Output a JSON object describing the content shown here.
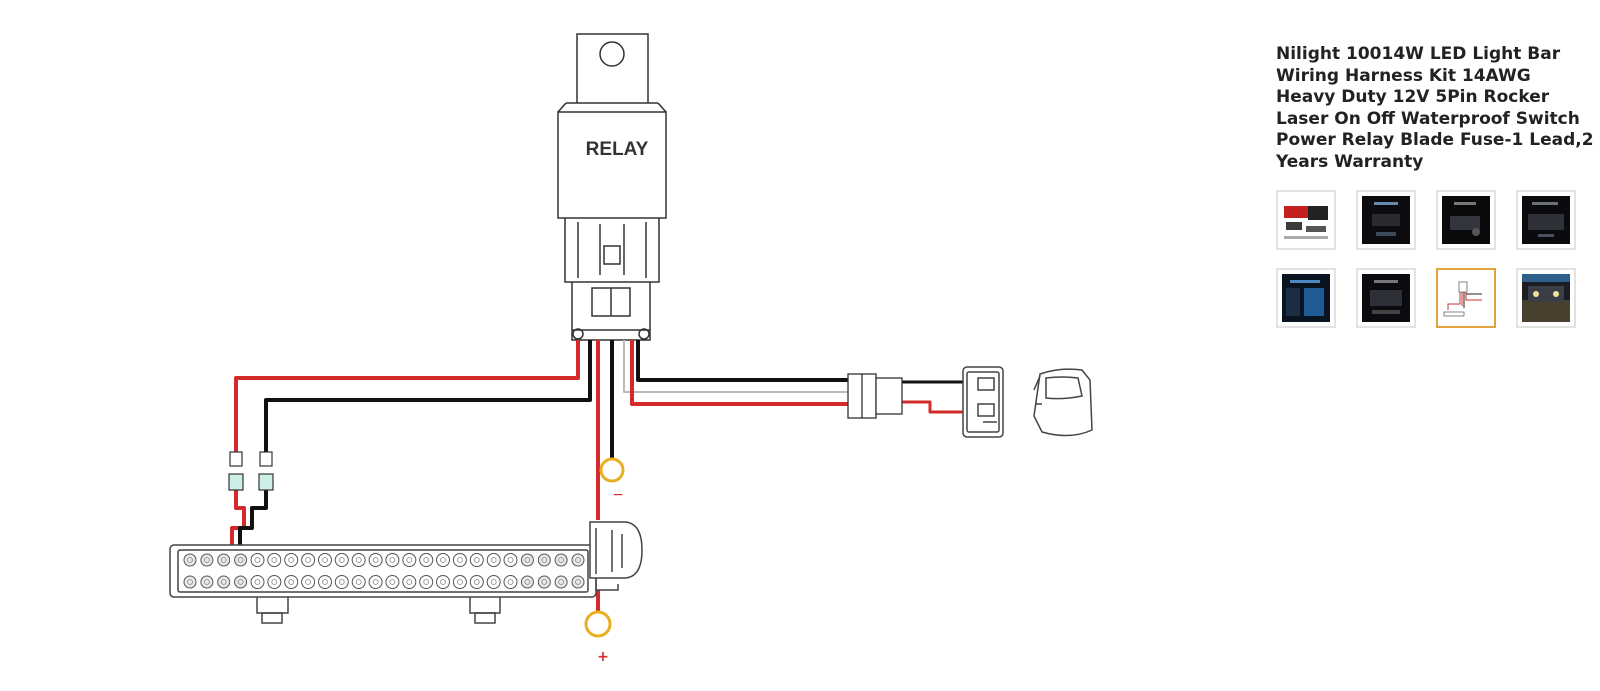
{
  "diagram": {
    "relay_label": "RELAY",
    "ground_label": "−",
    "positive_label": "+"
  },
  "product": {
    "title": "Nilight 10014W LED Light Bar Wiring Harness Kit 14AWG Heavy Duty 12V 5Pin Rocker Laser On Off Waterproof Switch Power Relay Blade Fuse-1 Lead,2 Years Warranty",
    "thumbnails": [
      {
        "name": "kit-product-photo",
        "style": "light"
      },
      {
        "name": "dark-promo-1",
        "style": "dark"
      },
      {
        "name": "dark-promo-2",
        "style": "dark"
      },
      {
        "name": "dark-promo-3",
        "style": "dark"
      },
      {
        "name": "spec-chart",
        "style": "dark-blue"
      },
      {
        "name": "dark-promo-4",
        "style": "dark"
      },
      {
        "name": "wiring-diagram",
        "style": "diagram",
        "selected": true
      },
      {
        "name": "vehicle-photo",
        "style": "photo"
      }
    ]
  },
  "colors": {
    "wire_red": "#d42a2a",
    "wire_black": "#111111",
    "outline": "#333333",
    "terminal_ring": "#e8b020",
    "selected_border": "#e0a43a"
  }
}
